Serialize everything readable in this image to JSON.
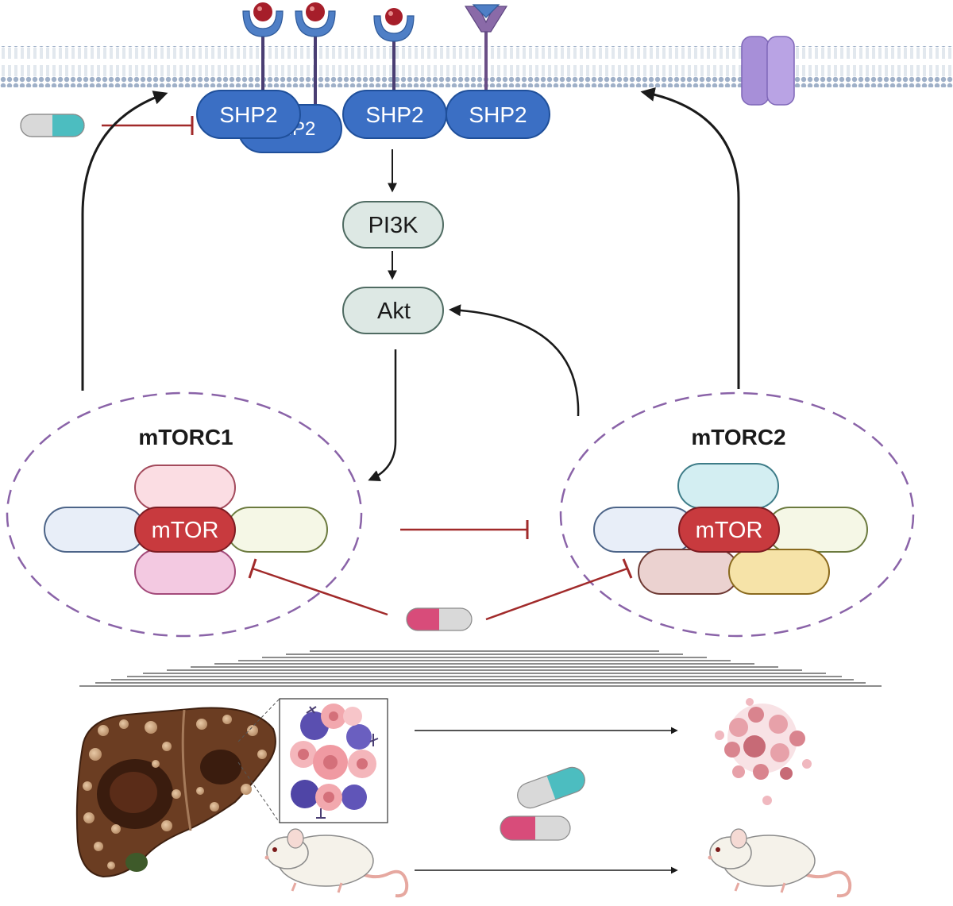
{
  "membrane": {
    "receptor_label_1": "SHP2",
    "receptor_label_2": "SHP2",
    "receptor_label_3": "SHP2",
    "receptor_label_4": "SHP2"
  },
  "pathway": {
    "pi3k": "PI3K",
    "akt": "Akt"
  },
  "mtorc1": {
    "title": "mTORC1",
    "core": "mTOR"
  },
  "mtorc2": {
    "title": "mTORC2",
    "core": "mTOR"
  },
  "colors": {
    "shp2_fill": "#3b6fc4",
    "shp2_stroke": "#1f4f9a",
    "pathway_fill": "#dde8e4",
    "pathway_stroke": "#4f6b62",
    "mtor_fill": "#c83a3e",
    "dashed_outline": "#8a63a8",
    "inhibit_line": "#a12a2a",
    "activate_line": "#1a1a1a",
    "membrane": "#9fb0c8",
    "channel": "#a78fd8",
    "pill_teal": "#4cbdc0",
    "pill_pink": "#d84c7a"
  },
  "icons": [
    "receptor-icon",
    "ligand-icon",
    "ion-channel-icon",
    "capsule-icon",
    "liver-icon",
    "tumor-cluster-icon",
    "tumor-debris-icon",
    "mouse-icon"
  ]
}
